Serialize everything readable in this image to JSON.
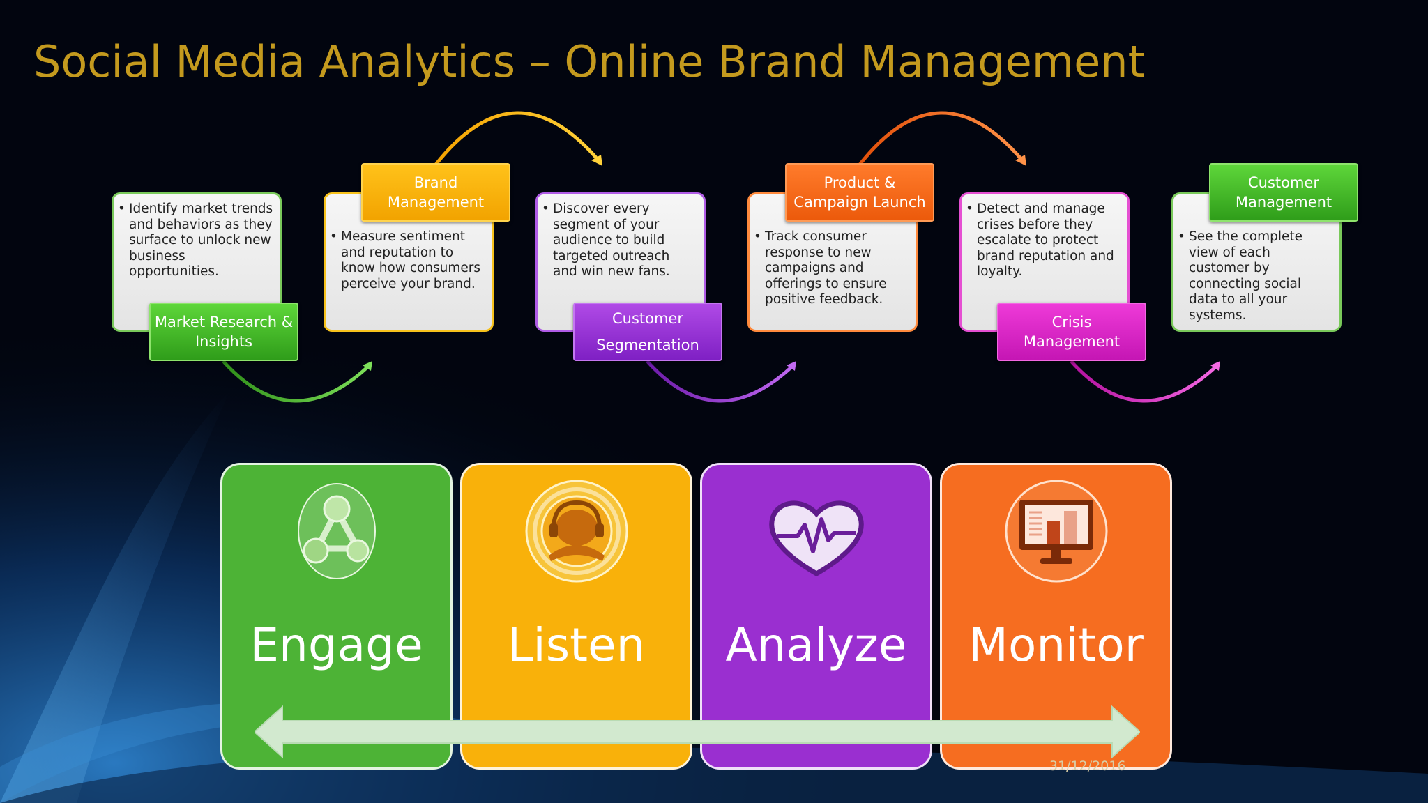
{
  "title": "Social Media Analytics – Online Brand Management",
  "date": "31/12/2016",
  "stages": [
    {
      "label_line1": "Market Research &",
      "label_line2": "Insights",
      "text": "Identify market trends and behaviors as they surface to unlock new business opportunities.",
      "color": "#3fb621"
    },
    {
      "label_line1": "Brand",
      "label_line2": "Management",
      "text": "Measure sentiment and reputation to know how consumers perceive your brand.",
      "color": "#f9b208"
    },
    {
      "label_line1": "Customer",
      "label_line2": "Segmentation",
      "text": "Discover every segment of your audience to build targeted outreach and win new fans.",
      "color": "#9633d4"
    },
    {
      "label_line1": "Product &",
      "label_line2": "Campaign Launch",
      "text": "Track consumer response to new campaigns and offerings to ensure positive feedback.",
      "color": "#f96a1a"
    },
    {
      "label_line1": "Crisis",
      "label_line2": "Management",
      "text": "Detect and manage crises before they escalate to protect brand reputation and loyalty.",
      "color": "#d91fc2"
    },
    {
      "label_line1": "Customer",
      "label_line2": "Management",
      "text": "See the complete view of each customer by connecting social data to all your systems.",
      "color": "#41b82a"
    }
  ],
  "bullet": "•",
  "columns": [
    {
      "word": "Engage",
      "icon": "network-icon",
      "color": "#4db336"
    },
    {
      "word": "Listen",
      "icon": "headset-person-icon",
      "color": "#f9b10a"
    },
    {
      "word": "Analyze",
      "icon": "heartbeat-icon",
      "color": "#9a2fd0"
    },
    {
      "word": "Monitor",
      "icon": "monitor-chart-icon",
      "color": "#f66d20"
    }
  ]
}
